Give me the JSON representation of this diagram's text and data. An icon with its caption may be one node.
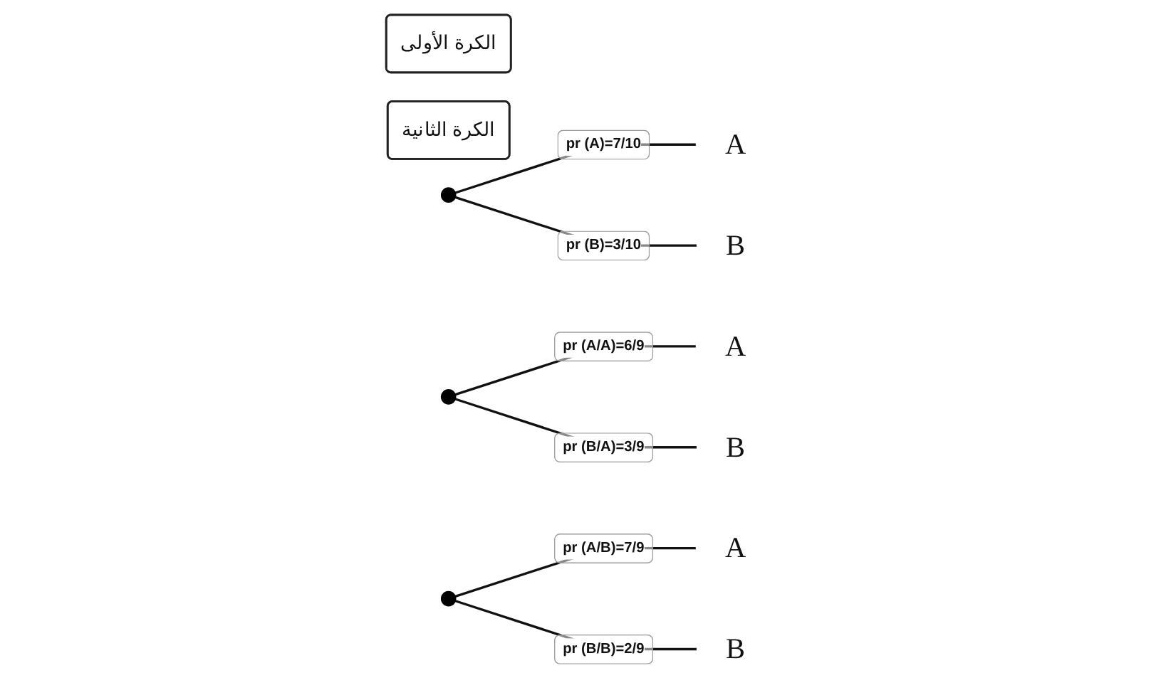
{
  "diagram": {
    "nodes": [
      {
        "text": [
          "الكرة الأولى"
        ]
      },
      {
        "text": [
          "الكرة الثانية"
        ]
      },
      {
        "text": [],
        "shape": "point"
      },
      {
        "text": [
          "A"
        ]
      },
      {
        "text": [
          "B"
        ]
      },
      {
        "text": [],
        "shape": "point"
      },
      {
        "text": [
          "A"
        ]
      },
      {
        "text": [
          "B"
        ]
      },
      {
        "text": [],
        "shape": "point"
      },
      {
        "text": [
          "A"
        ]
      },
      {
        "text": [
          "B"
        ]
      }
    ],
    "edges": [
      {
        "from": 2,
        "to": 3,
        "arrow": "none",
        "label": "pr (A)=7/10"
      },
      {
        "from": 2,
        "to": 4,
        "arrow": "none",
        "label": "pr (B)=3/10"
      },
      {
        "from": 5,
        "to": 6,
        "arrow": "none",
        "label": "pr (A/A)=6/9"
      },
      {
        "from": 5,
        "to": 7,
        "arrow": "none",
        "label": "pr (B/A)=3/9"
      },
      {
        "from": 8,
        "to": 9,
        "arrow": "none",
        "label": "pr (A/B)=7/9"
      },
      {
        "from": 8,
        "to": 10,
        "arrow": "none",
        "label": "pr (B/B)=2/9"
      }
    ]
  }
}
